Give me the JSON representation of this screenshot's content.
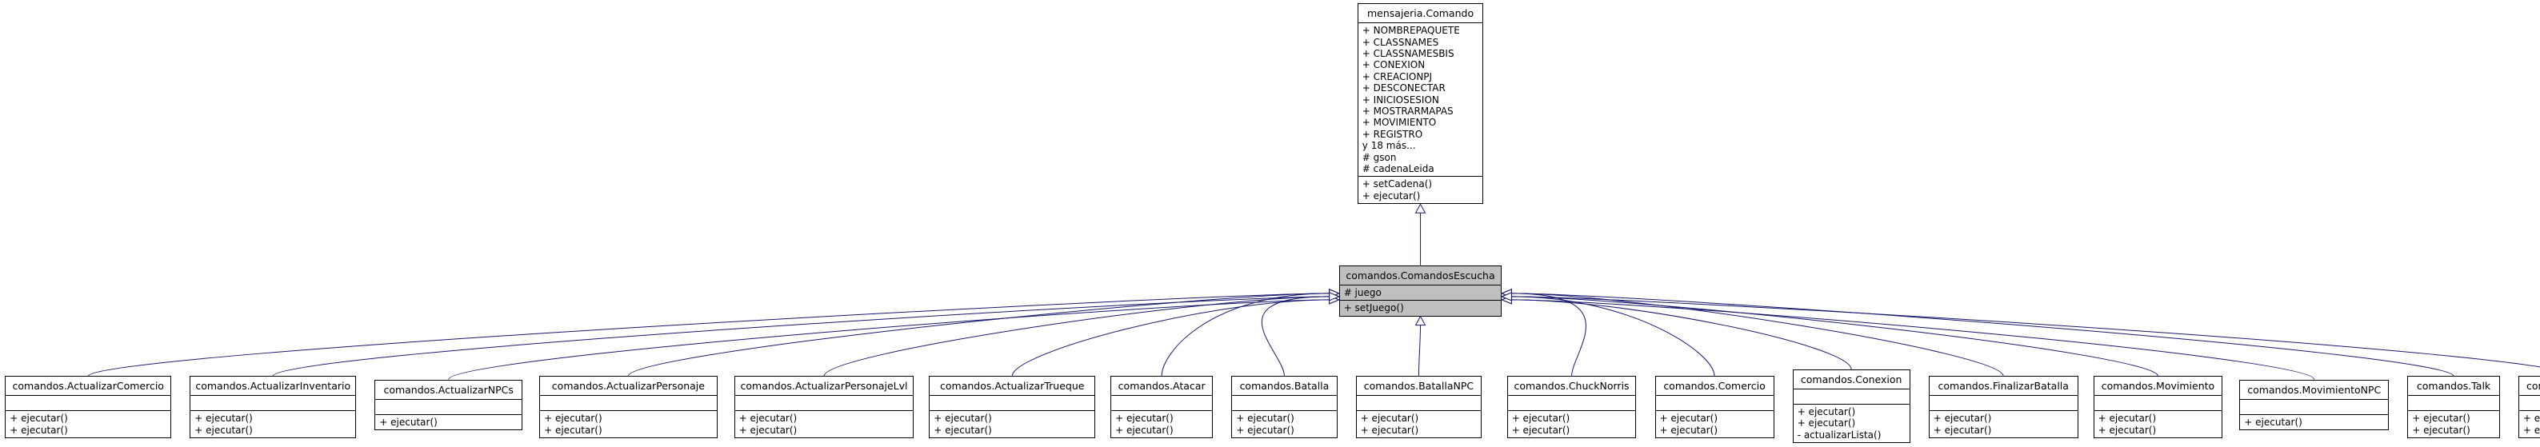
{
  "colors": {
    "edge": "#191970",
    "box_border": "#000000",
    "highlight": "#bfbfbf"
  },
  "base": {
    "title": "mensajeria.Comando",
    "attributes": [
      "+ NOMBREPAQUETE",
      "+ CLASSNAMES",
      "+ CLASSNAMESBIS",
      "+ CONEXION",
      "+ CREACIONPJ",
      "+ DESCONECTAR",
      "+ INICIOSESION",
      "+ MOSTRARMAPAS",
      "+ MOVIMIENTO",
      "+ REGISTRO",
      "y 18 más...",
      "# gson",
      "# cadenaLeida"
    ],
    "methods": [
      "+ setCadena()",
      "+ ejecutar()"
    ]
  },
  "center": {
    "title": "comandos.ComandosEscucha",
    "attributes": [
      "# juego"
    ],
    "methods": [
      "+ setJuego()"
    ]
  },
  "children": [
    {
      "title": "comandos.ActualizarComercio",
      "methods": [
        "+ ejecutar()",
        "+ ejecutar()"
      ]
    },
    {
      "title": "comandos.ActualizarInventario",
      "methods": [
        "+ ejecutar()",
        "+ ejecutar()"
      ]
    },
    {
      "title": "comandos.ActualizarNPCs",
      "methods": [
        "+ ejecutar()"
      ]
    },
    {
      "title": "comandos.ActualizarPersonaje",
      "methods": [
        "+ ejecutar()",
        "+ ejecutar()"
      ]
    },
    {
      "title": "comandos.ActualizarPersonajeLvl",
      "methods": [
        "+ ejecutar()",
        "+ ejecutar()"
      ]
    },
    {
      "title": "comandos.ActualizarTrueque",
      "methods": [
        "+ ejecutar()",
        "+ ejecutar()"
      ]
    },
    {
      "title": "comandos.Atacar",
      "methods": [
        "+ ejecutar()",
        "+ ejecutar()"
      ]
    },
    {
      "title": "comandos.Batalla",
      "methods": [
        "+ ejecutar()",
        "+ ejecutar()"
      ]
    },
    {
      "title": "comandos.BatallaNPC",
      "methods": [
        "+ ejecutar()",
        "+ ejecutar()"
      ]
    },
    {
      "title": "comandos.ChuckNorris",
      "methods": [
        "+ ejecutar()",
        "+ ejecutar()"
      ]
    },
    {
      "title": "comandos.Comercio",
      "methods": [
        "+ ejecutar()",
        "+ ejecutar()"
      ]
    },
    {
      "title": "comandos.Conexion",
      "methods": [
        "+ ejecutar()",
        "+ ejecutar()",
        "- actualizarLista()"
      ]
    },
    {
      "title": "comandos.FinalizarBatalla",
      "methods": [
        "+ ejecutar()",
        "+ ejecutar()"
      ]
    },
    {
      "title": "comandos.Movimiento",
      "methods": [
        "+ ejecutar()",
        "+ ejecutar()"
      ]
    },
    {
      "title": "comandos.MovimientoNPC",
      "methods": [
        "+ ejecutar()"
      ]
    },
    {
      "title": "comandos.Talk",
      "methods": [
        "+ ejecutar()",
        "+ ejecutar()"
      ]
    },
    {
      "title": "comandos.Trueque",
      "methods": [
        "+ ejecutar()",
        "+ ejecutar()"
      ]
    }
  ]
}
